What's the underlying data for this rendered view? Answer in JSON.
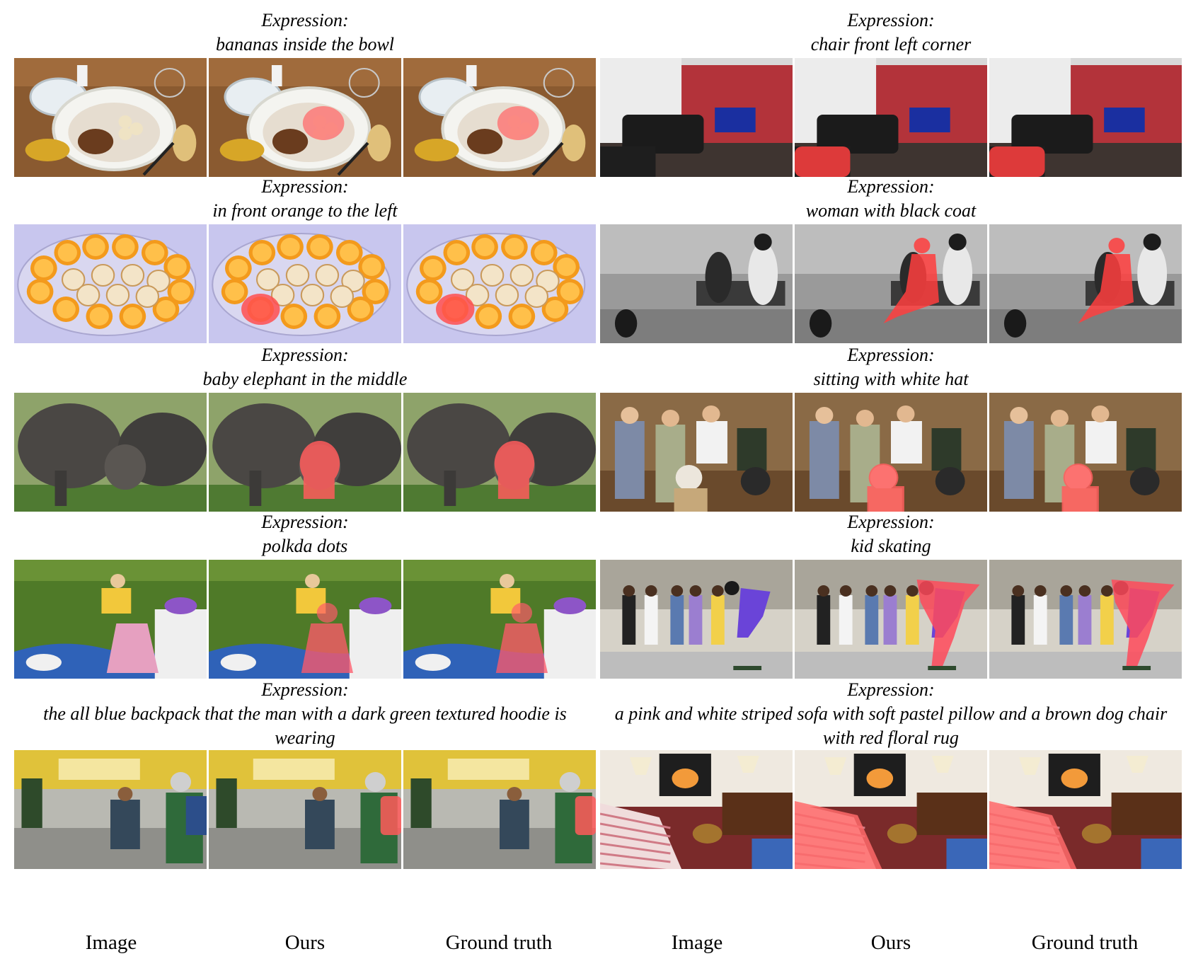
{
  "expression_prefix": "Expression:",
  "column_labels": [
    "Image",
    "Ours",
    "Ground truth"
  ],
  "left_column": [
    {
      "expression": "bananas inside the bowl",
      "mask_color": "#ff6e6e",
      "scene": "bowl"
    },
    {
      "expression": "in front orange to the left",
      "mask_color": "#ff4f4f",
      "scene": "oranges"
    },
    {
      "expression": "baby elephant in the middle",
      "mask_color": "#ff5c5c",
      "scene": "elephants"
    },
    {
      "expression": "polkda dots",
      "mask_color": "#ff5a6a",
      "scene": "grass"
    },
    {
      "expression": "the all blue backpack that the man with a dark green textured hoodie is wearing",
      "mask_color": "#ff5a5a",
      "scene": "street"
    }
  ],
  "right_column": [
    {
      "expression": "chair front left corner",
      "mask_color": "#ff4040",
      "scene": "livingroom"
    },
    {
      "expression": "woman with black coat",
      "mask_color": "#ff3e3e",
      "scene": "park"
    },
    {
      "expression": "sitting with white hat",
      "mask_color": "#ff5e5e",
      "scene": "party"
    },
    {
      "expression": "kid skating",
      "mask_color": "#ff4a5a",
      "scene": "skate"
    },
    {
      "expression": "a pink and white striped sofa with soft pastel pillow and a brown dog chair with red floral rug",
      "mask_color": "#ff6a6a",
      "scene": "fireplace"
    }
  ]
}
